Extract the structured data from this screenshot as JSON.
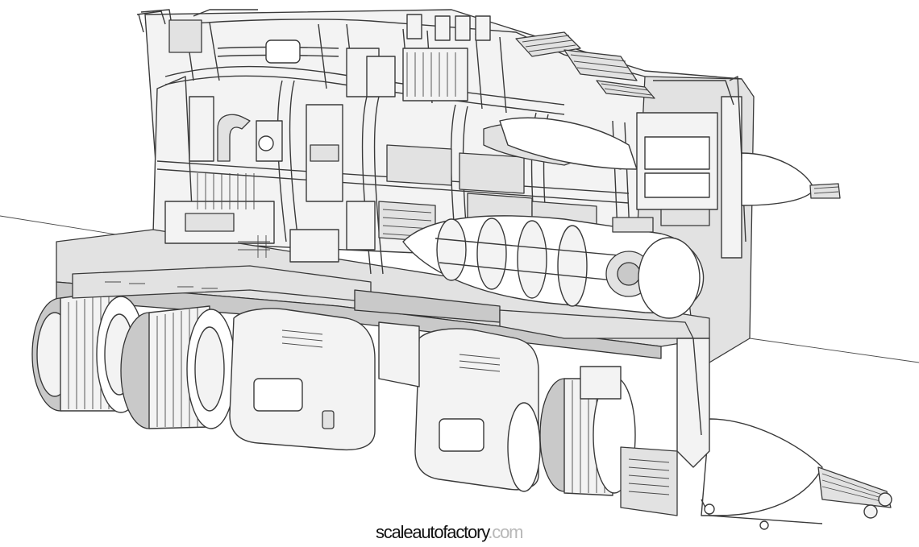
{
  "image": {
    "subject": "cutaway technical line drawing of a tracked mechanical vehicle chassis",
    "style": "grayscale 3D wireframe render",
    "colors": {
      "background": "#ffffff",
      "line": "#3a3a3a",
      "panel_light": "#f3f3f3",
      "panel_mid": "#e2e2e2",
      "panel_dark": "#c9c9c9"
    }
  },
  "watermark": {
    "name": "scaleautofactory",
    "tld": ".com",
    "name_color": "#111111",
    "tld_color": "#b8b8b8"
  }
}
